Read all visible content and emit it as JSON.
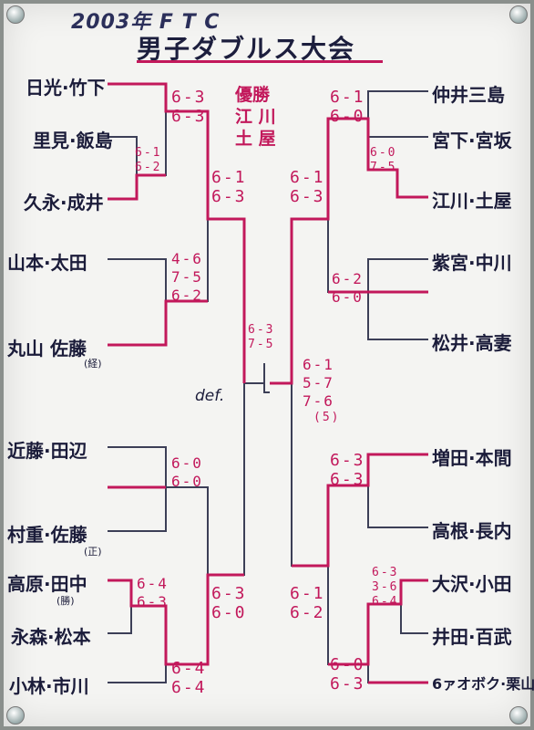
{
  "title": {
    "year_line": "2003年 F T C",
    "main": "男子ダブルス大会"
  },
  "champion": {
    "label": "優勝",
    "line1": "江 川",
    "line2": "土 屋"
  },
  "left_players": [
    {
      "name": "日光·竹下"
    },
    {
      "name": "里見·飯島"
    },
    {
      "name": "久永·成井"
    },
    {
      "name": "山本·太田"
    },
    {
      "name": "丸山 佐藤",
      "note": "(経)"
    },
    {
      "name": "近藤·田辺"
    },
    {
      "name": "村重·佐藤",
      "note": "(正)"
    },
    {
      "name": "高原·田中",
      "note": "(勝)"
    },
    {
      "name": "永森·松本"
    },
    {
      "name": "小林·市川"
    }
  ],
  "right_players": [
    {
      "name": "仲井三島"
    },
    {
      "name": "宮下·宮坂"
    },
    {
      "name": "江川·土屋"
    },
    {
      "name": "紫宮·中川"
    },
    {
      "name": "松井·高妻"
    },
    {
      "name": "増田·本間"
    },
    {
      "name": "高根·長内"
    },
    {
      "name": "大沢·小田"
    },
    {
      "name": "井田·百武"
    },
    {
      "name": "6ァオボク·栗山"
    }
  ],
  "scores": {
    "l_top_r1": "6-3\n6-3",
    "l_pre": "6-1\n6-2",
    "l_top_r2": "6-1\n6-3",
    "l_mid": "4-6\n7-5\n6-2",
    "l_semi": "6-3\n7-5",
    "l_kondo": "6-0\n6-0",
    "l_pre2": "6-4\n6-3",
    "l_r2b": "6-4\n6-4",
    "l_q2": "6-3\n6-0",
    "r_top_r1": "6-1\n6-0",
    "r_pre": "6-0\n7-5",
    "r_q1": "6-1\n6-3",
    "r_mid": "6-2\n6-0",
    "final": "6-1\n5-7\n7-6",
    "final_tb": "(5)",
    "r_masuda": "6-3\n6-3",
    "r_pre2": "6-3\n3-6\n6-4",
    "r_q2": "6-1\n6-2",
    "r_r2b": "6-0\n6-3"
  },
  "def_label": "def.",
  "colors": {
    "ink": "#1b1c3a",
    "red": "#c2185b",
    "paper": "#f4f4f2"
  }
}
